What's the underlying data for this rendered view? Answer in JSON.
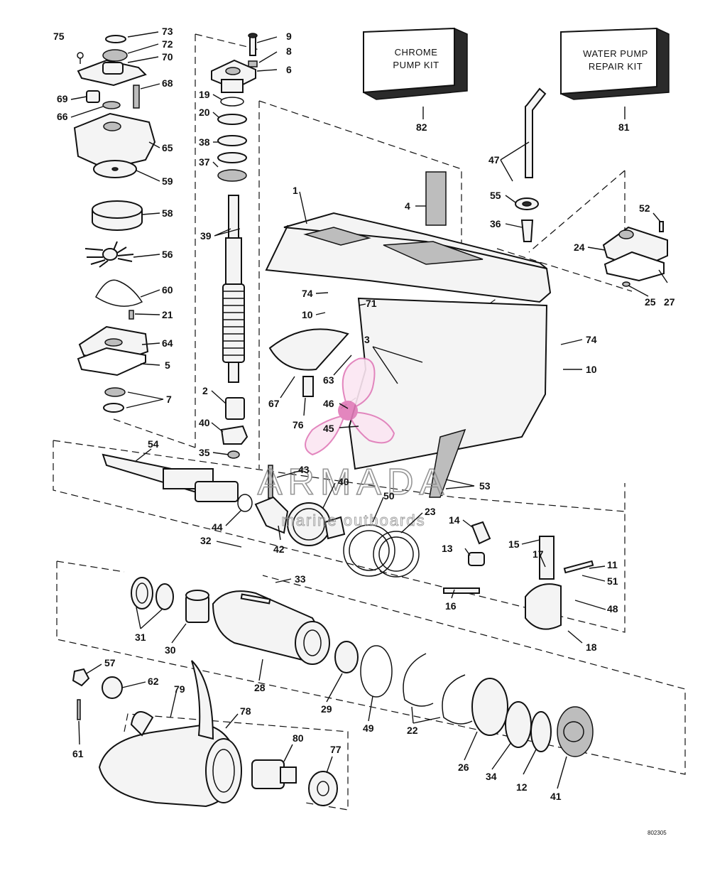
{
  "kits": {
    "chrome_pump": {
      "line1": "CHROME",
      "line2": "PUMP KIT",
      "number": "82"
    },
    "water_pump": {
      "line1": "WATER PUMP",
      "line2": "REPAIR KIT",
      "number": "81"
    }
  },
  "callouts": [
    {
      "id": "c75",
      "text": "75"
    },
    {
      "id": "c73",
      "text": "73"
    },
    {
      "id": "c72",
      "text": "72"
    },
    {
      "id": "c70",
      "text": "70"
    },
    {
      "id": "c68",
      "text": "68"
    },
    {
      "id": "c69",
      "text": "69"
    },
    {
      "id": "c66",
      "text": "66"
    },
    {
      "id": "c65",
      "text": "65"
    },
    {
      "id": "c59",
      "text": "59"
    },
    {
      "id": "c58",
      "text": "58"
    },
    {
      "id": "c56",
      "text": "56"
    },
    {
      "id": "c60",
      "text": "60"
    },
    {
      "id": "c21",
      "text": "21"
    },
    {
      "id": "c64",
      "text": "64"
    },
    {
      "id": "c5",
      "text": "5"
    },
    {
      "id": "c7",
      "text": "7"
    },
    {
      "id": "c9",
      "text": "9"
    },
    {
      "id": "c8",
      "text": "8"
    },
    {
      "id": "c6",
      "text": "6"
    },
    {
      "id": "c19",
      "text": "19"
    },
    {
      "id": "c20",
      "text": "20"
    },
    {
      "id": "c38",
      "text": "38"
    },
    {
      "id": "c37",
      "text": "37"
    },
    {
      "id": "c39",
      "text": "39"
    },
    {
      "id": "c2",
      "text": "2"
    },
    {
      "id": "c40a",
      "text": "40"
    },
    {
      "id": "c35",
      "text": "35"
    },
    {
      "id": "c1",
      "text": "1"
    },
    {
      "id": "c4",
      "text": "4"
    },
    {
      "id": "c47",
      "text": "47"
    },
    {
      "id": "c55",
      "text": "55"
    },
    {
      "id": "c36",
      "text": "36"
    },
    {
      "id": "c52",
      "text": "52"
    },
    {
      "id": "c24",
      "text": "24"
    },
    {
      "id": "c25",
      "text": "25"
    },
    {
      "id": "c27",
      "text": "27"
    },
    {
      "id": "c74a",
      "text": "74"
    },
    {
      "id": "c10a",
      "text": "10"
    },
    {
      "id": "c71",
      "text": "71"
    },
    {
      "id": "c3",
      "text": "3"
    },
    {
      "id": "c74b",
      "text": "74"
    },
    {
      "id": "c10b",
      "text": "10"
    },
    {
      "id": "c63",
      "text": "63"
    },
    {
      "id": "c67",
      "text": "67"
    },
    {
      "id": "c46",
      "text": "46"
    },
    {
      "id": "c76",
      "text": "76"
    },
    {
      "id": "c45",
      "text": "45"
    },
    {
      "id": "c53",
      "text": "53"
    },
    {
      "id": "c54",
      "text": "54"
    },
    {
      "id": "c43",
      "text": "43"
    },
    {
      "id": "c40b",
      "text": "40"
    },
    {
      "id": "c50",
      "text": "50"
    },
    {
      "id": "c23",
      "text": "23"
    },
    {
      "id": "c44",
      "text": "44"
    },
    {
      "id": "c42",
      "text": "42"
    },
    {
      "id": "c14",
      "text": "14"
    },
    {
      "id": "c13",
      "text": "13"
    },
    {
      "id": "c15",
      "text": "15"
    },
    {
      "id": "c17",
      "text": "17"
    },
    {
      "id": "c11",
      "text": "11"
    },
    {
      "id": "c51",
      "text": "51"
    },
    {
      "id": "c48",
      "text": "48"
    },
    {
      "id": "c16",
      "text": "16"
    },
    {
      "id": "c18",
      "text": "18"
    },
    {
      "id": "c32",
      "text": "32"
    },
    {
      "id": "c33",
      "text": "33"
    },
    {
      "id": "c31",
      "text": "31"
    },
    {
      "id": "c30",
      "text": "30"
    },
    {
      "id": "c28",
      "text": "28"
    },
    {
      "id": "c29",
      "text": "29"
    },
    {
      "id": "c49",
      "text": "49"
    },
    {
      "id": "c22",
      "text": "22"
    },
    {
      "id": "c26",
      "text": "26"
    },
    {
      "id": "c34",
      "text": "34"
    },
    {
      "id": "c12",
      "text": "12"
    },
    {
      "id": "c41",
      "text": "41"
    },
    {
      "id": "c57",
      "text": "57"
    },
    {
      "id": "c62",
      "text": "62"
    },
    {
      "id": "c79",
      "text": "79"
    },
    {
      "id": "c78",
      "text": "78"
    },
    {
      "id": "c61",
      "text": "61"
    },
    {
      "id": "c80",
      "text": "80"
    },
    {
      "id": "c77",
      "text": "77"
    }
  ],
  "drawing_code": "802305",
  "watermark": {
    "main": "ARMADA",
    "sub": "marine outboards",
    "color": "#e07ab8"
  }
}
